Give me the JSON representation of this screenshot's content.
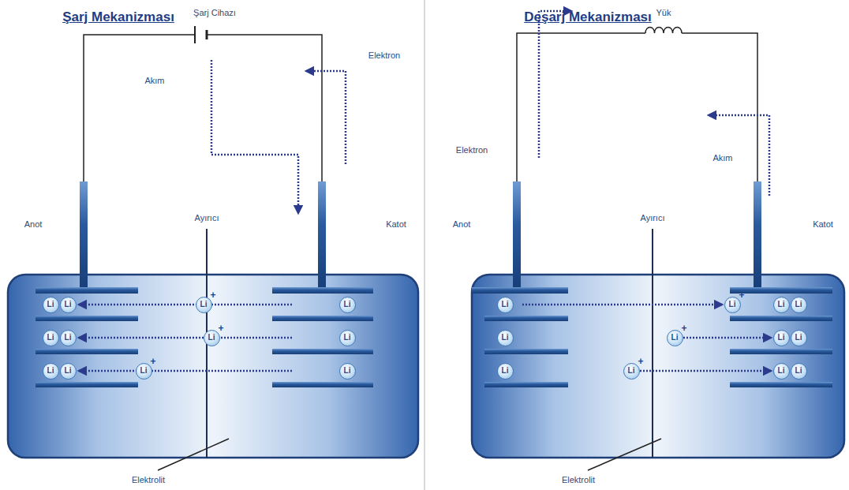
{
  "diagram": {
    "nodes": [
      {
        "text": [
          "Li"
        ]
      },
      {
        "text": [
          "Li"
        ]
      },
      {
        "text": [
          "Li"
        ]
      },
      {
        "text": [
          "Li"
        ]
      },
      {
        "text": [
          "Li"
        ]
      },
      {
        "text": [
          "Li"
        ]
      },
      {
        "text": [
          "Li",
          "+"
        ]
      },
      {
        "text": [
          "Li",
          "+"
        ]
      },
      {
        "text": [
          "Li",
          "+"
        ]
      },
      {
        "text": [
          "Li"
        ]
      },
      {
        "text": [
          "Li"
        ]
      },
      {
        "text": [
          "Li"
        ]
      },
      {
        "text": [
          "Li"
        ]
      },
      {
        "text": [
          "Li"
        ]
      },
      {
        "text": [
          "Li"
        ]
      },
      {
        "text": [
          "Li",
          "+"
        ]
      },
      {
        "text": [
          "Li",
          "+"
        ]
      },
      {
        "text": [
          "Li",
          "+"
        ]
      },
      {
        "text": [
          "Li"
        ]
      },
      {
        "text": [
          "Li"
        ]
      },
      {
        "text": [
          "Li"
        ]
      },
      {
        "text": [
          "Li"
        ]
      },
      {
        "text": [
          "Li"
        ]
      },
      {
        "text": [
          "Li"
        ]
      }
    ],
    "labels": [
      "Şarj Mekanizması",
      "Şarj Cihazı",
      "Akım",
      "Elektron",
      "Anot",
      "Ayırıcı",
      "Katot",
      "Elektrolit",
      "Deşarj Mekanizması",
      "Yük",
      "Elektron",
      "Akım",
      "Anot",
      "Ayırıcı",
      "Katot",
      "Elektrolit"
    ]
  }
}
